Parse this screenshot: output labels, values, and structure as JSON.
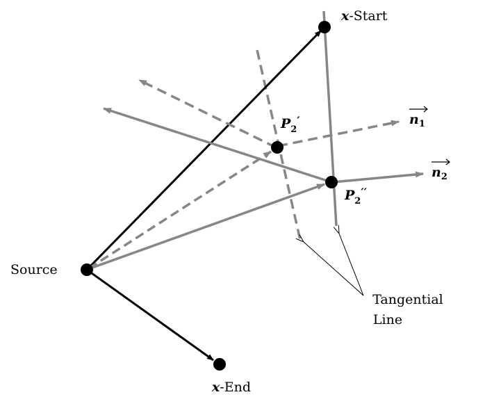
{
  "labels": {
    "x_start_var": "x",
    "x_start_suffix": "-Start",
    "x_end_var": "x",
    "x_end_suffix": "-End",
    "source": "Source",
    "p2_prime_base": "P",
    "p2_prime_sub": "2",
    "p2_prime_mark": "′",
    "p2_dprime_base": "P",
    "p2_dprime_sub": "2",
    "p2_dprime_mark": "′′",
    "n1_base": "n",
    "n1_sub": "1",
    "n2_base": "n",
    "n2_sub": "2",
    "tangential_line_1": "Tangential",
    "tangential_line_2": "Line"
  },
  "colors": {
    "black": "#000000",
    "gray": "#868686"
  }
}
